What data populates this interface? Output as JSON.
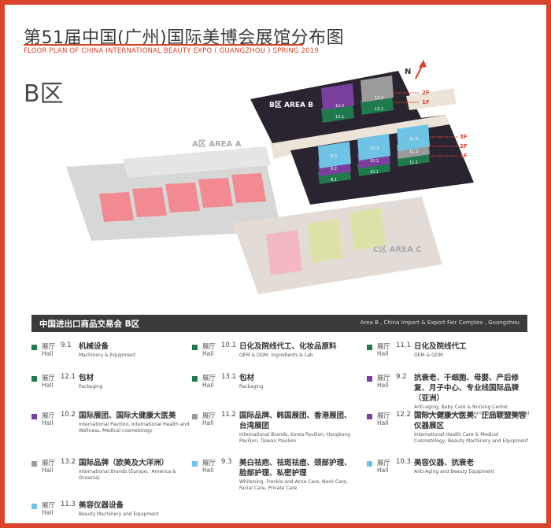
{
  "header": {
    "title_cn": "第51届中国(广州)国际美博会展馆分布图",
    "title_en": "FLOOR PLAN OF CHINA INTERNATIONAL BEAUTY EXPO ( GUANGZHOU ) SPRING 2019",
    "area_label": "B区"
  },
  "map": {
    "compass": "N",
    "area_a": "A区 AREA A",
    "area_b": "B区 AREA B",
    "area_c": "C区 AREA C",
    "floors_top": [
      "2F",
      "1F"
    ],
    "floors_mid": [
      "3F",
      "2F",
      "1F"
    ],
    "halls_top": [
      {
        "id": "g1",
        "labels": [
          "12.2",
          "12.1"
        ],
        "color": "#7b3fa0"
      },
      {
        "id": "g2",
        "labels": [
          "13.2",
          "13.1"
        ],
        "color": "#9b9b9b"
      }
    ],
    "halls_mid": [
      {
        "id": "m1",
        "labels": [
          "9.3",
          "9.2",
          "9.1"
        ]
      },
      {
        "id": "m2",
        "labels": [
          "10.3",
          "10.2",
          "10.1"
        ]
      },
      {
        "id": "m3",
        "labels": [
          "11.3",
          "11.2",
          "11.1"
        ]
      }
    ],
    "colors": {
      "green": "#1f7a4d",
      "purple": "#7b3fa0",
      "gray": "#9b9b9b",
      "blue": "#6fc3e4",
      "area_b": "#2a2430"
    }
  },
  "legend": {
    "title_cn": "中国进出口商品交易会 B区",
    "title_en": "Area B , China Import & Export Fair Complex , Guangzhou",
    "hall_cn": "展厅",
    "hall_en": "Hall",
    "items": [
      {
        "num": "9.1",
        "color": "#1f7a4d",
        "cn": "机械设备",
        "en": "Machinery & Equipment"
      },
      {
        "num": "10.1",
        "color": "#1f7a4d",
        "cn": "日化及院线代工、化妆品原料",
        "en": "OEM & ODM, Ingredients & Lab"
      },
      {
        "num": "11.1",
        "color": "#1f7a4d",
        "cn": "日化及院线代工",
        "en": "OEM & ODM"
      },
      {
        "num": "12.1",
        "color": "#1f7a4d",
        "cn": "包材",
        "en": "Packaging"
      },
      {
        "num": "13.1",
        "color": "#1f7a4d",
        "cn": "包材",
        "en": "Packaging"
      },
      {
        "num": "9.2",
        "color": "#7b3fa0",
        "cn": "抗衰老、干细胞、母婴、产后修复、月子中心、专业线国际品牌（亚洲）",
        "en": "Anti-aging, Baby Care & Nursing Center, Postpartum Recovery, International Brands(Asia)"
      },
      {
        "num": "10.2",
        "color": "#7b3fa0",
        "cn": "国际展团、国际大健康大医美",
        "en": "International Pavilion, International Health and Wellness, Medical cosmetology"
      },
      {
        "num": "11.2",
        "color": "#9b9b9b",
        "cn": "国际品牌、韩国展团、香港展团、台湾展团",
        "en": "International Brands, Korea Pavilion, Hongkong Pavilion, Taiwan Pavilion"
      },
      {
        "num": "12.2",
        "color": "#7b3fa0",
        "cn": "国际大健康大医美、正品联盟美容仪器展区",
        "en": "International Health Care & Medical Cosmetology, Beauty Machinery and Equipment"
      },
      {
        "num": "13.2",
        "color": "#9b9b9b",
        "cn": "国际品牌（欧美及大洋洲）",
        "en": "International Brands (Europe、America & Oceania)"
      },
      {
        "num": "9.3",
        "color": "#6fc3e4",
        "cn": "美白祛疤、祛斑祛痘、颈部护理、脸部护理、私密护理",
        "en": "Whitening, Freckle and Acne Care, Neck Care, Facial Care, Private Care"
      },
      {
        "num": "10.3",
        "color": "#6fc3e4",
        "cn": "美容仪器、抗衰老",
        "en": "Anti-Aging and Beauty Equipment"
      },
      {
        "num": "11.3",
        "color": "#6fc3e4",
        "cn": "美容仪器设备",
        "en": "Beauty Machinery and Equipment"
      }
    ]
  }
}
